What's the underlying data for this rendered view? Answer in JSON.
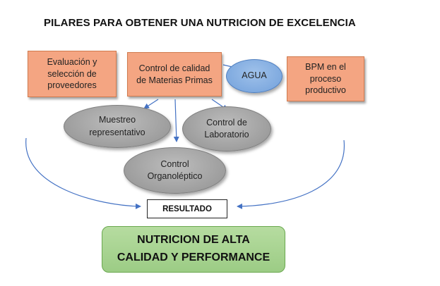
{
  "title": "PILARES PARA OBTENER UNA NUTRICION DE EXCELENCIA",
  "boxes": {
    "evaluacion": [
      "Evaluación y",
      "selección de",
      "proveedores"
    ],
    "control_calidad": [
      "Control de calidad",
      "de Materias Primas"
    ],
    "bpm": [
      "BPM en el",
      "proceso",
      "productivo"
    ]
  },
  "ovals": {
    "agua": "AGUA",
    "muestreo": [
      "Muestreo",
      "representativo"
    ],
    "laboratorio": [
      "Control de",
      "Laboratorio"
    ],
    "organoleptico": [
      "Control",
      "Organoléptico"
    ]
  },
  "result": "RESULTADO",
  "final": [
    "NUTRICION DE ALTA",
    "CALIDAD Y PERFORMANCE"
  ],
  "colors": {
    "box_fill": "#f4a582",
    "oval_gray": "#9e9e9e",
    "oval_blue": "#7ba7de",
    "final_fill": "#a9d18e",
    "arrow": "#4472c4"
  }
}
